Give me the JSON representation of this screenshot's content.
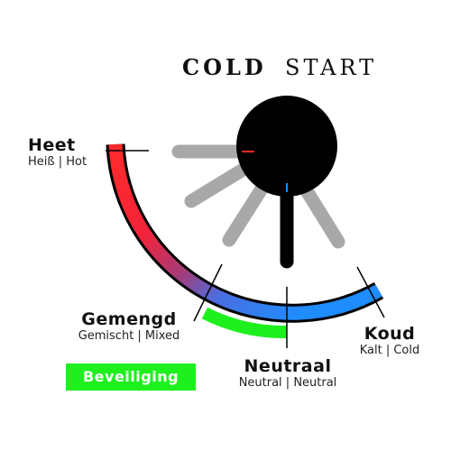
{
  "brand": {
    "part1": "COLD",
    "part2": "START"
  },
  "positions": {
    "hot": {
      "title": "Heet",
      "subtitle": "Heiß | Hot"
    },
    "mixed": {
      "title": "Gemengd",
      "subtitle": "Gemischt | Mixed"
    },
    "neutral": {
      "title": "Neutraal",
      "subtitle": "Neutral | Neutral"
    },
    "cold": {
      "title": "Koud",
      "subtitle": "Kalt | Cold"
    }
  },
  "safety_badge": {
    "label": "Beveiliging"
  },
  "colors": {
    "hot": "#ff2a2a",
    "mixed": "#7a4fa0",
    "cold": "#1f8cff",
    "safety": "#1ef01e",
    "handle_inactive": "#a8a8a8",
    "handle_active": "#000000"
  }
}
